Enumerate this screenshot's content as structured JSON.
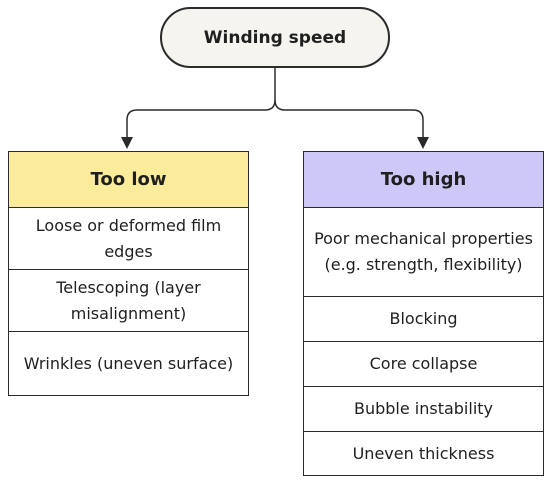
{
  "root": {
    "label": "Winding speed"
  },
  "too_low": {
    "title": "Too low",
    "items": [
      "Loose or deformed film edges",
      "Telescoping (layer misalignment)",
      "Wrinkles (uneven surface)"
    ]
  },
  "too_high": {
    "title": "Too high",
    "items": [
      "Poor mechanical properties (e.g. strength, flexibility)",
      "Blocking",
      "Core collapse",
      "Bubble instability",
      "Uneven thickness"
    ]
  },
  "colors": {
    "too_low_header": "#fbec9c",
    "too_high_header": "#cec8f8",
    "root_fill": "#f5f4ef",
    "line": "#2b2b2b"
  }
}
